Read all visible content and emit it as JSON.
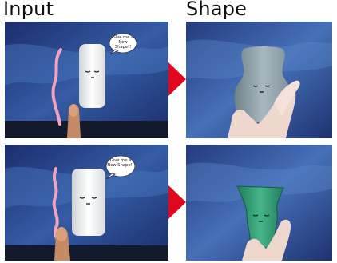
{
  "headings": {
    "input": "Input",
    "shape": "Shape"
  },
  "speech_bubble": {
    "top_text": "Give me a New Shape!!",
    "bottom_text": "Give me a New Shape!!"
  },
  "colors": {
    "arrow": "#e1081b",
    "stroke_pink": "#f3a2c0",
    "shape_top": "#93a6ad",
    "shape_bottom": "#2f9a73"
  },
  "icons": [
    "arrow-right-icon"
  ]
}
